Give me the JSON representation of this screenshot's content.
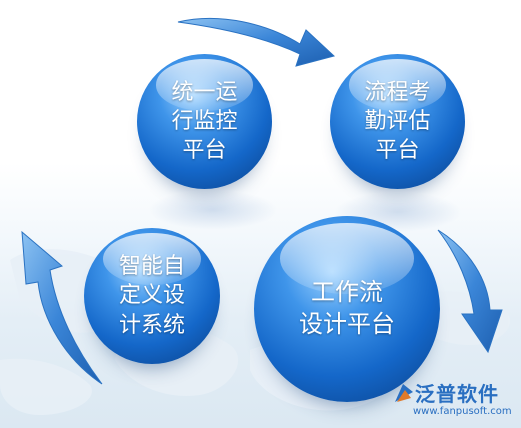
{
  "nodes": [
    {
      "id": "monitor",
      "lines": [
        "统一运",
        "行监控",
        "平台"
      ]
    },
    {
      "id": "attendance",
      "lines": [
        "流程考",
        "勤评估",
        "平台"
      ]
    },
    {
      "id": "workflow",
      "lines": [
        "工作流",
        "设计平台"
      ]
    },
    {
      "id": "custom",
      "lines": [
        "智能自",
        "定义设",
        "计系统"
      ]
    }
  ],
  "flow": [
    "monitor",
    "attendance",
    "workflow",
    "custom"
  ],
  "logo": {
    "name": "泛普软件",
    "url": "www.fanpusoft.com"
  },
  "colors": {
    "bubble": "#1467c9",
    "arrow": "#3b86d8",
    "text": "#ffffff",
    "logo": "#2a6fc1"
  }
}
